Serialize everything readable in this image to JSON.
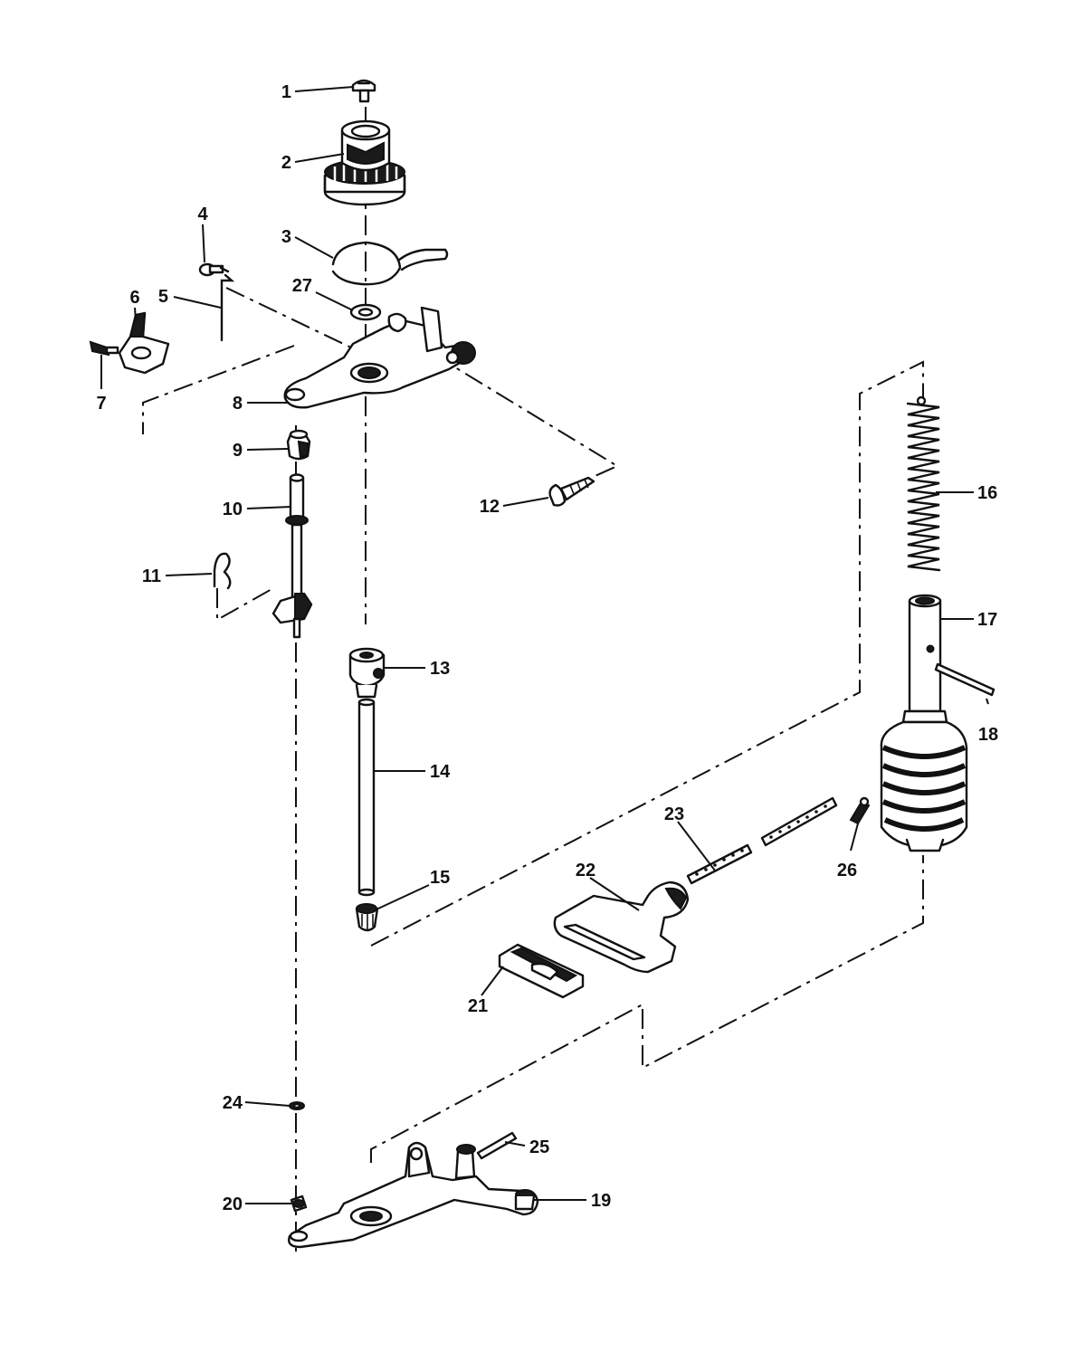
{
  "diagram": {
    "colors": {
      "ink": "#111111",
      "paper": "#ffffff"
    },
    "callouts": [
      {
        "id": "1",
        "text": "1"
      },
      {
        "id": "2",
        "text": "2"
      },
      {
        "id": "3",
        "text": "3"
      },
      {
        "id": "4",
        "text": "4"
      },
      {
        "id": "5",
        "text": "5"
      },
      {
        "id": "6",
        "text": "6"
      },
      {
        "id": "7",
        "text": "7"
      },
      {
        "id": "8",
        "text": "8"
      },
      {
        "id": "9",
        "text": "9"
      },
      {
        "id": "10",
        "text": "10"
      },
      {
        "id": "11",
        "text": "11"
      },
      {
        "id": "12",
        "text": "12"
      },
      {
        "id": "13",
        "text": "13"
      },
      {
        "id": "14",
        "text": "14"
      },
      {
        "id": "15",
        "text": "15"
      },
      {
        "id": "16",
        "text": "16"
      },
      {
        "id": "17",
        "text": "17"
      },
      {
        "id": "18",
        "text": "18"
      },
      {
        "id": "19",
        "text": "19"
      },
      {
        "id": "20",
        "text": "20"
      },
      {
        "id": "21",
        "text": "21"
      },
      {
        "id": "22",
        "text": "22"
      },
      {
        "id": "23",
        "text": "23"
      },
      {
        "id": "24",
        "text": "24"
      },
      {
        "id": "25",
        "text": "25"
      },
      {
        "id": "26",
        "text": "26"
      },
      {
        "id": "27",
        "text": "27"
      }
    ]
  }
}
